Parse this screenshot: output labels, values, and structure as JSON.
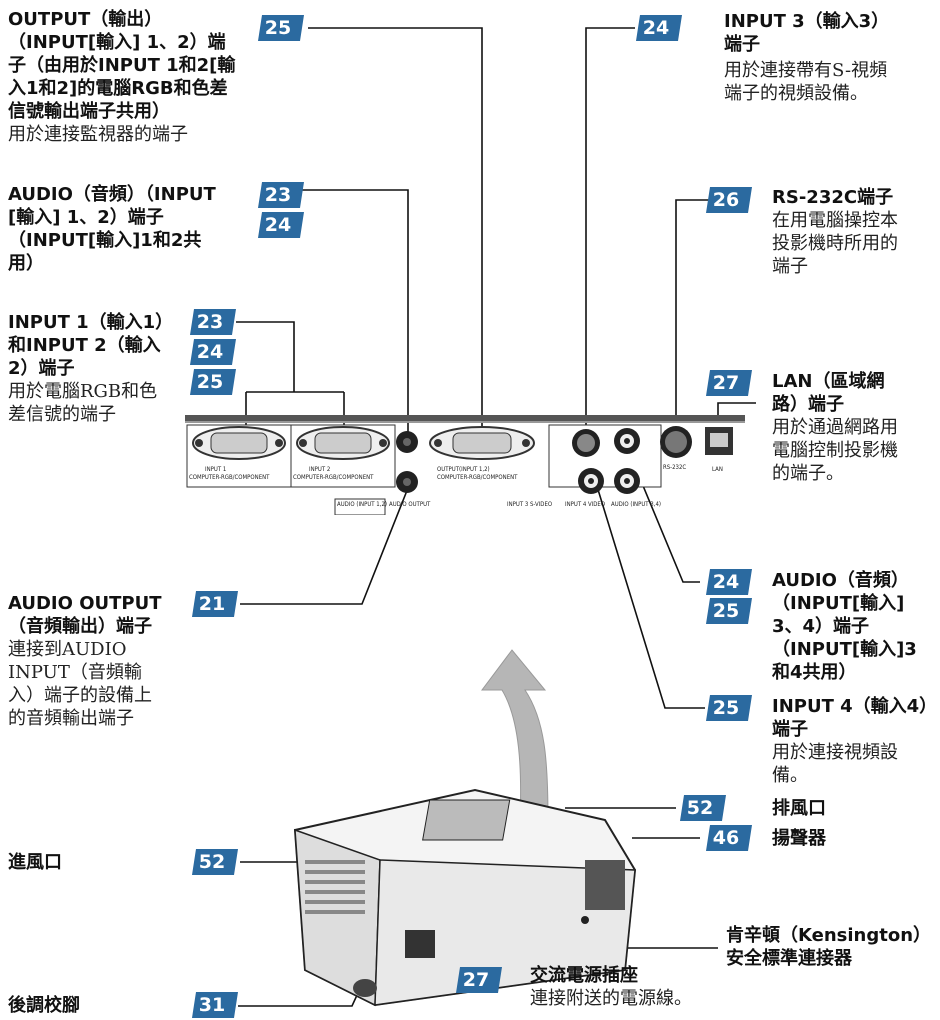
{
  "colors": {
    "badge": "#2b6aa0",
    "line": "#111111"
  },
  "labels": {
    "output": {
      "title": "OUTPUT（輸出）\n（INPUT[輸入] 1、2）端\n子（由用於INPUT 1和2[輸\n入1和2]的電腦RGB和色差\n信號輸出端子共用）",
      "desc": "用於連接監視器的端子"
    },
    "audio12": {
      "title": "AUDIO（音頻）（INPUT\n[輸入] 1、2）端子\n（INPUT[輸入]1和2共\n用）"
    },
    "input12": {
      "title": "INPUT 1（輸入1）\n和INPUT 2（輸入\n2）端子",
      "desc": "用於電腦RGB和色\n差信號的端子"
    },
    "audio_output": {
      "title": "AUDIO OUTPUT\n（音頻輸出）端子",
      "desc": "連接到AUDIO\nINPUT（音頻輸\n入）端子的設備上\n的音頻輸出端子"
    },
    "input3": {
      "title": "INPUT 3（輸入3）\n端子",
      "desc": "用於連接帶有S-視頻\n端子的視頻設備。"
    },
    "rs232c": {
      "title": "RS-232C端子",
      "desc": "在用電腦操控本\n投影機時所用的\n端子"
    },
    "lan": {
      "title": "LAN（區域網\n路）端子",
      "desc": "用於通過網路用\n電腦控制投影機\n的端子。"
    },
    "audio34": {
      "title": "AUDIO（音頻）\n（INPUT[輸入]\n3、4）端子\n（INPUT[輸入]3\n和4共用）"
    },
    "input4": {
      "title": "INPUT 4（輸入4）\n端子",
      "desc": "用於連接視頻設\n備。"
    },
    "exhaust": {
      "title": "排風口"
    },
    "speaker": {
      "title": "揚聲器"
    },
    "intake": {
      "title": "進風口"
    },
    "kensington": {
      "title": "肯辛頓（Kensington）\n安全標準連接器"
    },
    "ac": {
      "title": "交流電源插座",
      "desc": "連接附送的電源線。"
    },
    "foot": {
      "title": "後調校腳"
    }
  },
  "badges": {
    "b_output": "25",
    "b_audio12_a": "23",
    "b_audio12_b": "24",
    "b_input12_a": "23",
    "b_input12_b": "24",
    "b_input12_c": "25",
    "b_audio_output": "21",
    "b_input3": "24",
    "b_rs232c": "26",
    "b_lan": "27",
    "b_audio34_a": "24",
    "b_audio34_b": "25",
    "b_input4": "25",
    "b_exhaust": "52",
    "b_speaker": "46",
    "b_intake": "52",
    "b_ac": "27",
    "b_foot": "31"
  },
  "panel_labels": {
    "input1": "INPUT 1",
    "input2": "INPUT 2",
    "comp_rgb": "COMPUTER-RGB/COMPONENT",
    "output": "OUTPUT(INPUT 1,2)",
    "audio_in12": "AUDIO\n(INPUT 1,2)",
    "audio_out": "AUDIO\nOUTPUT",
    "input3": "INPUT 3\nS-VIDEO",
    "input4": "INPUT 4\nVIDEO",
    "audio_in34": "AUDIO\n(INPUT 3,4)",
    "rs232c": "RS-232C",
    "lan": "LAN"
  }
}
